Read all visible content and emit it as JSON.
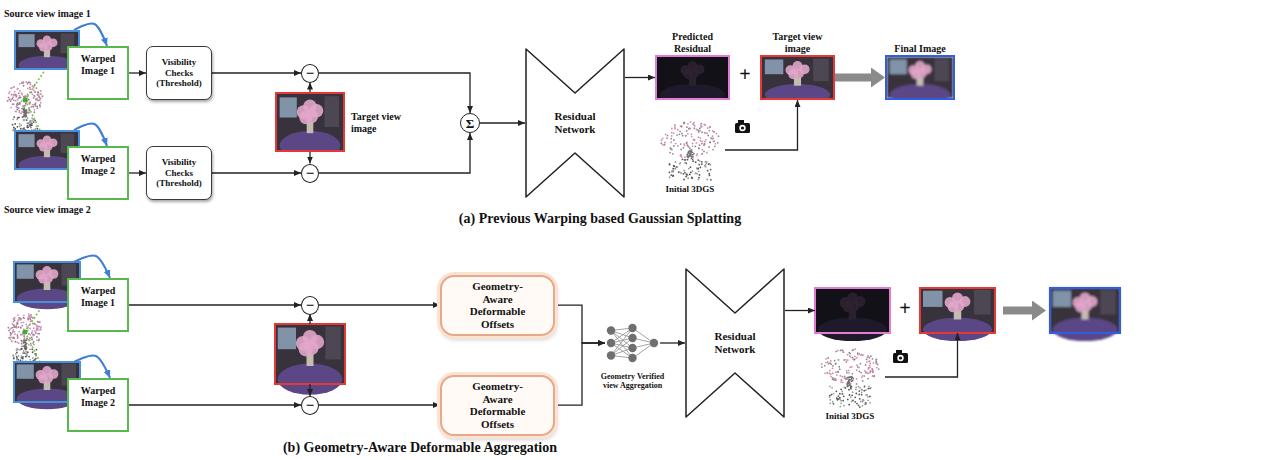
{
  "diagram": {
    "nodes": [
      {
        "text": [
          "Source view image 1"
        ]
      },
      {
        "text": [
          "Warped Image 1"
        ]
      },
      {
        "text": [
          "Source view image 2"
        ]
      },
      {
        "text": [
          "Warped Image 2"
        ]
      },
      {
        "text": [
          "Visibility Checks (Threshold)"
        ]
      },
      {
        "text": [
          "Visibility Checks (Threshold)"
        ]
      },
      {
        "text": [
          "−"
        ]
      },
      {
        "text": [
          "−"
        ]
      },
      {
        "text": [
          "Target view image"
        ]
      },
      {
        "text": [
          "Σ"
        ]
      },
      {
        "text": [
          "Residual Network"
        ]
      },
      {
        "text": [
          "Predicted Residual"
        ]
      },
      {
        "text": [
          "Target view image"
        ]
      },
      {
        "text": [
          "Final Image"
        ]
      },
      {
        "text": [
          "Initial 3DGS"
        ]
      },
      {
        "text": [
          "Warped Image 1"
        ]
      },
      {
        "text": [
          "Warped Image 2"
        ]
      },
      {
        "text": [
          "−"
        ]
      },
      {
        "text": [
          "−"
        ]
      },
      {
        "text": [
          "Geometry-Aware Deformable Offsets"
        ]
      },
      {
        "text": [
          "Geometry-Aware Deformable Offsets"
        ]
      },
      {
        "text": [
          "Geometry Verified view Aggregation"
        ]
      },
      {
        "text": [
          "Residual Network"
        ]
      },
      {
        "text": [
          "Initial 3DGS"
        ]
      }
    ],
    "edges": [
      {
        "from": 0,
        "to": 1,
        "arrow": "to"
      },
      {
        "from": 2,
        "to": 3,
        "arrow": "to"
      },
      {
        "from": 1,
        "to": 4,
        "arrow": "to"
      },
      {
        "from": 3,
        "to": 5,
        "arrow": "to"
      },
      {
        "from": 4,
        "to": 6,
        "arrow": "to"
      },
      {
        "from": 5,
        "to": 7,
        "arrow": "to"
      },
      {
        "from": 8,
        "to": 6,
        "arrow": "to"
      },
      {
        "from": 8,
        "to": 7,
        "arrow": "to"
      },
      {
        "from": 6,
        "to": 9,
        "arrow": "to"
      },
      {
        "from": 7,
        "to": 9,
        "arrow": "to"
      },
      {
        "from": 9,
        "to": 10,
        "arrow": "to"
      },
      {
        "from": 10,
        "to": 11,
        "arrow": "to"
      },
      {
        "from": 14,
        "to": 12,
        "arrow": "to"
      },
      {
        "from": 12,
        "to": 13,
        "arrow": "to"
      },
      {
        "from": 15,
        "to": 17,
        "arrow": "to"
      },
      {
        "from": 16,
        "to": 18,
        "arrow": "to"
      },
      {
        "from": 17,
        "to": 19,
        "arrow": "to"
      },
      {
        "from": 18,
        "to": 20,
        "arrow": "to"
      },
      {
        "from": 19,
        "to": 21,
        "arrow": "to"
      },
      {
        "from": 20,
        "to": 21,
        "arrow": "to"
      },
      {
        "from": 21,
        "to": 22,
        "arrow": "to"
      }
    ],
    "labels": [
      "+",
      "(a) Previous Warping based Gaussian Splatting",
      "+",
      "(b) Geometry-Aware Deformable Aggregation"
    ]
  }
}
